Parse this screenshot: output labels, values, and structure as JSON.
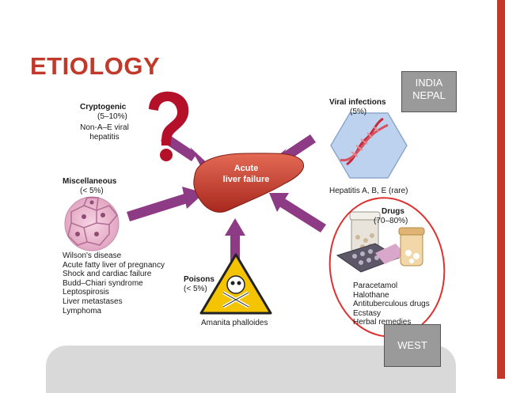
{
  "slide": {
    "title": "ETIOLOGY",
    "accent_color": "#c0392b"
  },
  "center": {
    "label_line1": "Acute",
    "label_line2": "liver failure"
  },
  "categories": {
    "cryptogenic": {
      "name": "Cryptogenic",
      "percent": "(5–10%)",
      "items": [
        "Non-A–E viral",
        "hepatitis"
      ],
      "icon": "question-mark-icon"
    },
    "viral": {
      "name": "Viral infections",
      "percent": "(5%)",
      "items": [
        "Hepatitis A, B, E (rare)"
      ],
      "icon": "dna-helix-icon"
    },
    "miscellaneous": {
      "name": "Miscellaneous",
      "percent": "(< 5%)",
      "items": [
        "Wilson's disease",
        "Acute fatty liver of pregnancy",
        "Shock and cardiac failure",
        "Budd–Chiari syndrome",
        "Leptospirosis",
        "Liver metastases",
        "Lymphoma"
      ],
      "icon": "cells-icon"
    },
    "drugs": {
      "name": "Drugs",
      "percent": "(70–80%)",
      "items": [
        "Paracetamol",
        "Halothane",
        "Antituberculous drugs",
        "Ecstasy",
        "Herbal remedies"
      ],
      "icon": "pills-icon"
    },
    "poisons": {
      "name": "Poisons",
      "percent": "(< 5%)",
      "items": [
        "Amanita phalloides"
      ],
      "icon": "skull-crossbones-icon"
    }
  },
  "callouts": {
    "india_nepal": [
      "INDIA",
      "NEPAL"
    ],
    "west": "WEST"
  },
  "colors": {
    "arrow": "#8e3b86",
    "liver": "#c0392b",
    "question": "#b5102a",
    "hexagon": "#bcd2ef",
    "circle": "#e03030",
    "warning": "#f4c400",
    "callout_bg": "#9a9a9a"
  }
}
